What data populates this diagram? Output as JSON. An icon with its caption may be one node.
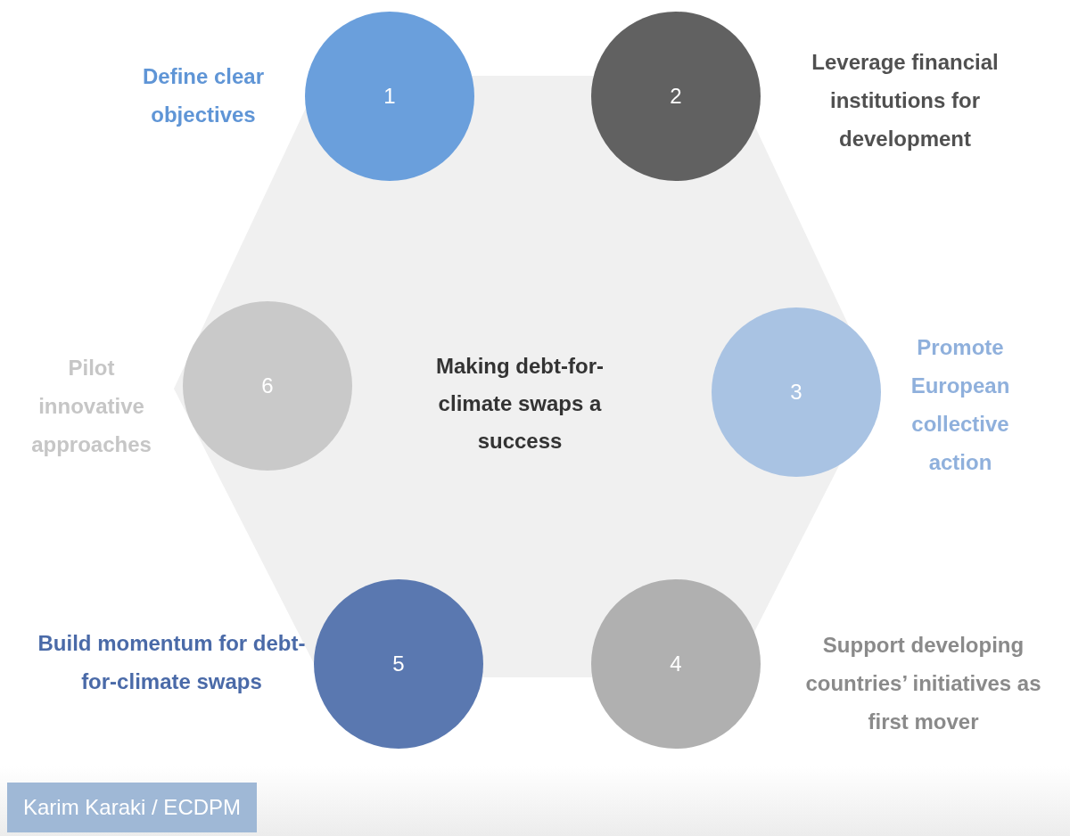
{
  "diagram": {
    "nodes": [
      {
        "text": [
          "Making debt-for-climate swaps a success"
        ]
      },
      {
        "text": [
          "1"
        ],
        "beside": [
          "Define clear objectives"
        ]
      },
      {
        "text": [
          "2"
        ],
        "beside": [
          "Leverage financial institutions for development"
        ]
      },
      {
        "text": [
          "3"
        ],
        "beside": [
          "Promote European collective action"
        ]
      },
      {
        "text": [
          "4"
        ],
        "beside": [
          "Support developing countries’ initiatives as first mover"
        ]
      },
      {
        "text": [
          "5"
        ],
        "beside": [
          "Build momentum for debt-for-climate swaps"
        ]
      },
      {
        "text": [
          "6"
        ],
        "beside": [
          "Pilot innovative approaches"
        ]
      }
    ],
    "labels": [
      "Karim Karaki / ECDPM"
    ]
  }
}
